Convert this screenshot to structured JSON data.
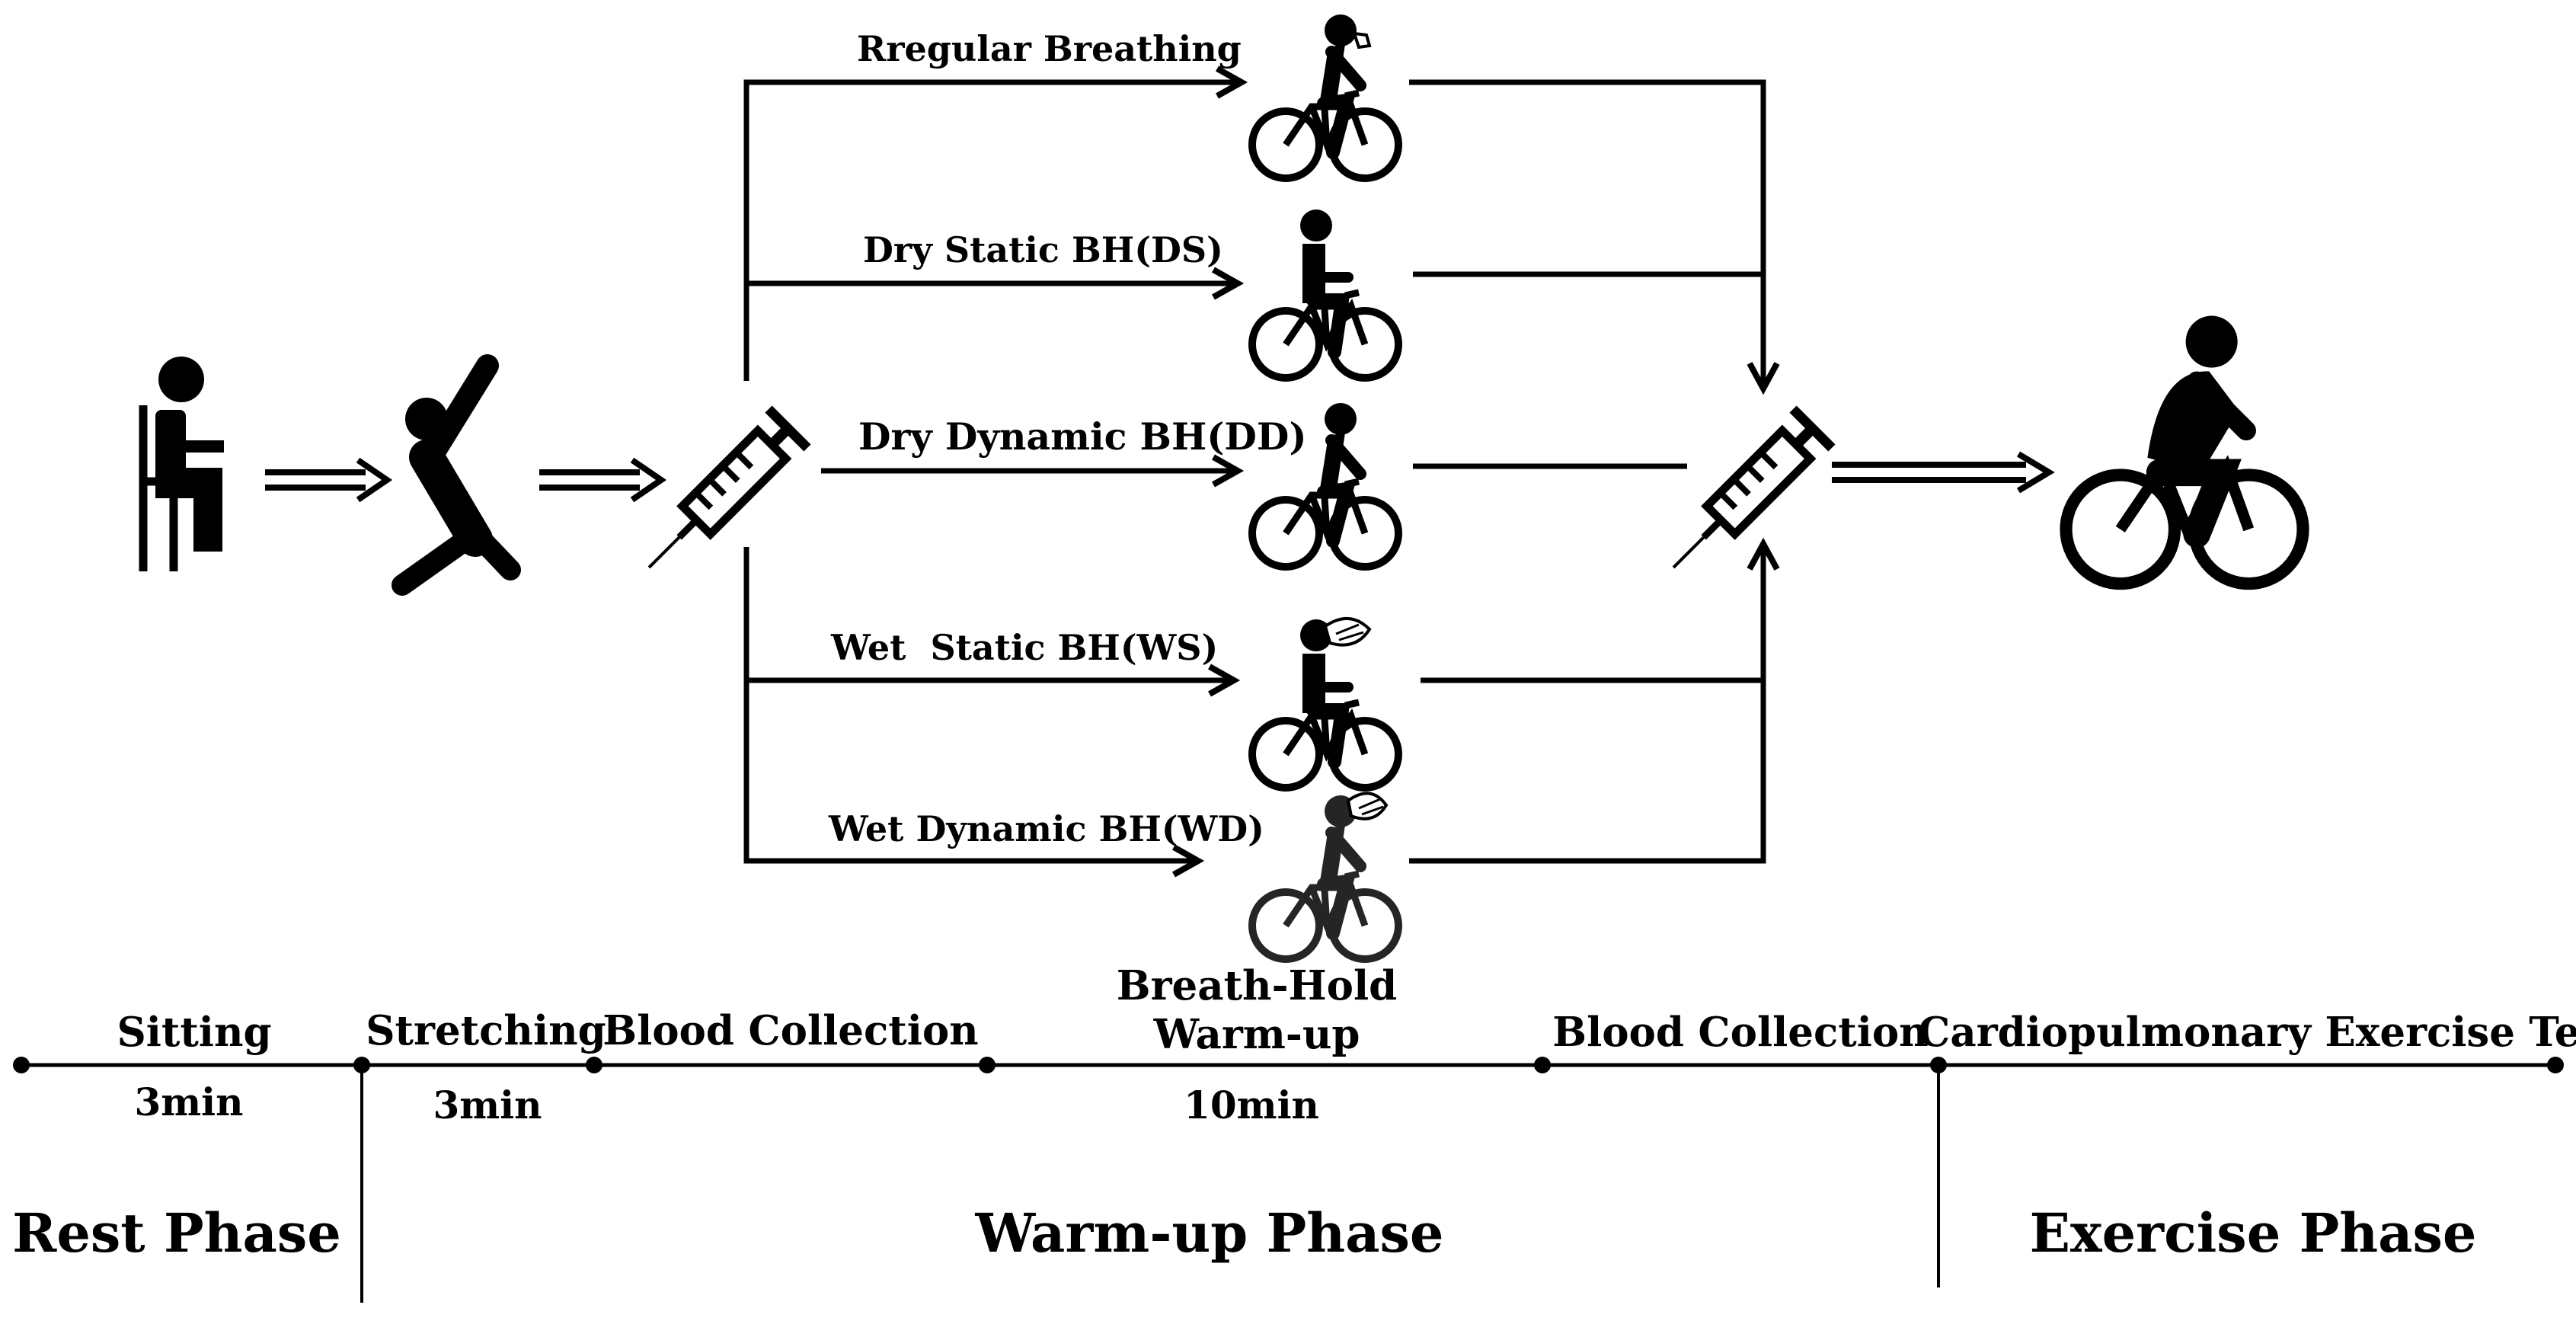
{
  "branches": [
    {
      "label": "Rregular Breathing",
      "icon": "cyclist-breathing-icon"
    },
    {
      "label": "Dry Static BH(DS)",
      "icon": "seated-cyclist-icon"
    },
    {
      "label": "Dry Dynamic BH(DD)",
      "icon": "cyclist-pedaling-icon"
    },
    {
      "label": "Wet  Static BH(WS)",
      "icon": "seated-cyclist-face-immersion-icon"
    },
    {
      "label": "Wet Dynamic BH(WD)",
      "icon": "cyclist-face-immersion-icon"
    }
  ],
  "flow_icons": [
    "sitting-person-icon",
    "stretching-person-icon",
    "syringe-icon",
    "syringe-icon",
    "cyclist-icon"
  ],
  "timeline": {
    "steps": [
      "Sitting",
      "Stretching",
      "Blood Collection",
      "Breath-Hold",
      "Warm-up",
      "Blood Collection",
      "Cardiopulmonary Exercise Test"
    ],
    "durations": [
      "3min",
      "3min",
      "10min"
    ],
    "phases": [
      "Rest Phase",
      "Warm-up Phase",
      "Exercise Phase"
    ]
  },
  "colors": {
    "ink": "#000000",
    "background": "#ffffff"
  }
}
